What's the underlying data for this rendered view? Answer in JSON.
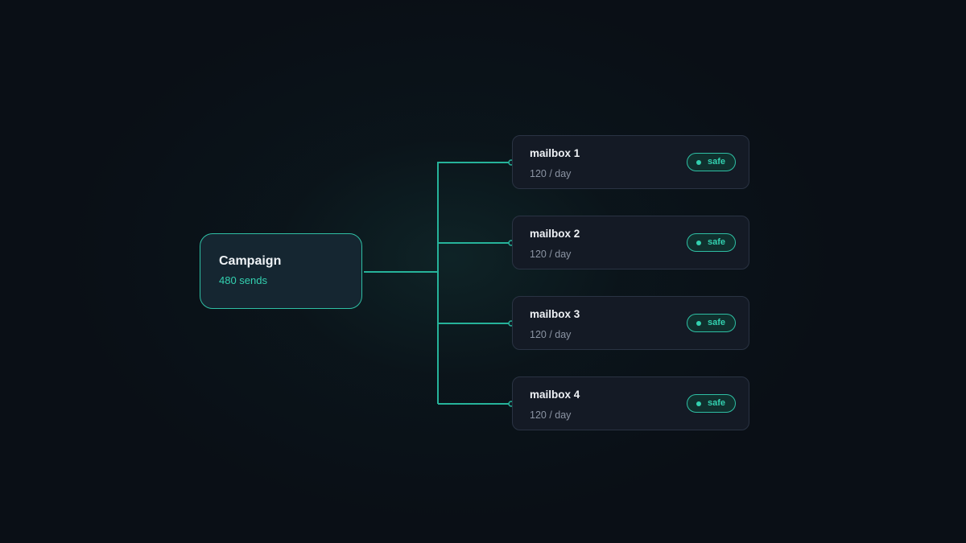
{
  "source": {
    "title": "Campaign",
    "sends": "480 sends"
  },
  "mailboxes": [
    {
      "name": "mailbox 1",
      "rate": "120 / day",
      "status": "safe"
    },
    {
      "name": "mailbox 2",
      "rate": "120 / day",
      "status": "safe"
    },
    {
      "name": "mailbox 3",
      "rate": "120 / day",
      "status": "safe"
    },
    {
      "name": "mailbox 4",
      "rate": "120 / day",
      "status": "safe"
    }
  ],
  "colors": {
    "accent": "#33d1b0",
    "background": "#0a0f16",
    "card": "#141a25",
    "source_card": "#152631"
  }
}
